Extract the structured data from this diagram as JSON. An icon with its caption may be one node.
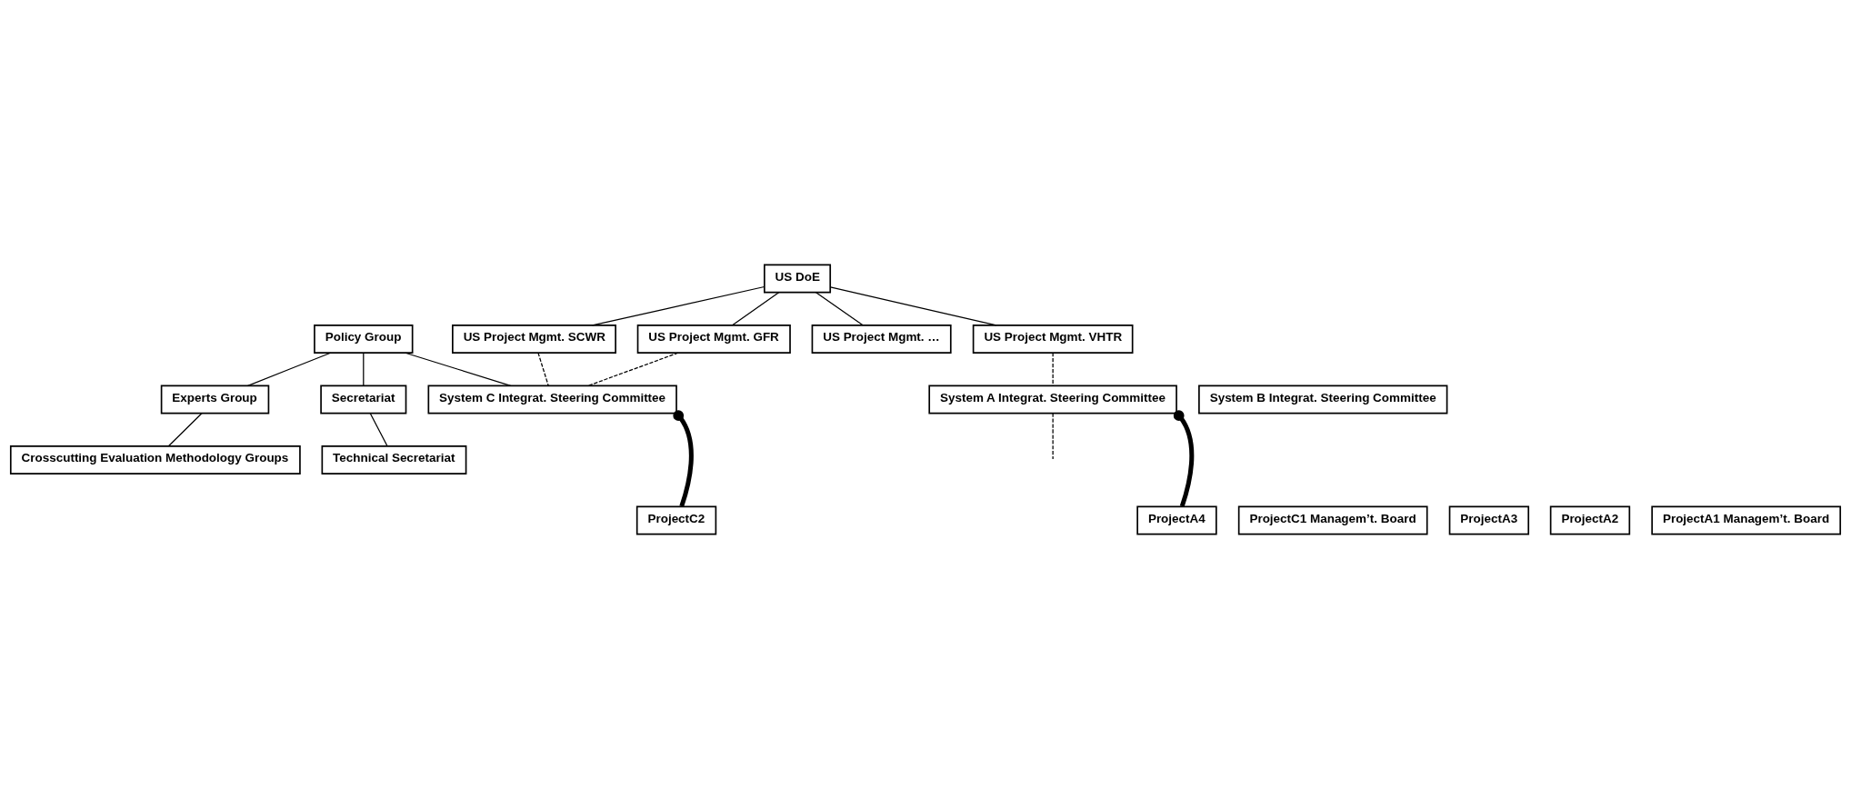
{
  "diagram": {
    "nodes": [
      {
        "text": [
          "Policy Group"
        ]
      },
      {
        "text": [
          "Experts Group"
        ]
      },
      {
        "text": [
          "Secretariat"
        ]
      },
      {
        "text": [
          "US DoE"
        ]
      },
      {
        "text": [
          "US Project Mgmt. SCWR"
        ]
      },
      {
        "text": [
          "US Project Mgmt. GFR"
        ]
      },
      {
        "text": [
          "US Project Mgmt. …"
        ]
      },
      {
        "text": [
          "US Project Mgmt. VHTR"
        ]
      },
      {
        "text": [
          "Crosscutting Evaluation Methodology Groups"
        ]
      },
      {
        "text": [
          "System C Integrat. Steering Committee"
        ]
      },
      {
        "text": [
          "System B Integrat. Steering Committee"
        ]
      },
      {
        "text": [
          "System A Integrat. Steering Committee"
        ]
      },
      {
        "text": [
          "Technical Secretariat"
        ]
      },
      {
        "text": [
          "ProjectC2"
        ]
      },
      {
        "text": [
          "ProjectC1 Managem’t. Board"
        ]
      },
      {
        "text": [
          "ProjectA4"
        ]
      },
      {
        "text": [
          "ProjectA3"
        ]
      },
      {
        "text": [
          "ProjectA2"
        ]
      },
      {
        "text": [
          "ProjectA1 Managem’t. Board"
        ]
      }
    ],
    "edges": [
      {
        "from": 0,
        "to": 1,
        "arrow": "none"
      },
      {
        "from": 0,
        "to": 2,
        "arrow": "none"
      },
      {
        "from": 0,
        "to": 9,
        "arrow": "none"
      },
      {
        "from": 1,
        "to": 8,
        "arrow": "none"
      },
      {
        "from": 2,
        "to": 12,
        "arrow": "none"
      },
      {
        "from": 3,
        "to": 4,
        "arrow": "none"
      },
      {
        "from": 3,
        "to": 5,
        "arrow": "none"
      },
      {
        "from": 3,
        "to": 6,
        "arrow": "none"
      },
      {
        "from": 3,
        "to": 7,
        "arrow": "none"
      },
      {
        "from": 4,
        "to": 9,
        "arrow": "none",
        "style": "dashed"
      },
      {
        "from": 5,
        "to": 9,
        "arrow": "none",
        "style": "dashed"
      },
      {
        "from": 7,
        "to": 11,
        "arrow": "none",
        "style": "dashed"
      },
      {
        "from": 9,
        "to": 13,
        "arrow": "other",
        "style": "thick"
      },
      {
        "from": 11,
        "to": 15,
        "arrow": "other",
        "style": "thick"
      },
      {
        "from": 11,
        "to": null,
        "arrow": "none",
        "style": "dashed"
      }
    ]
  }
}
